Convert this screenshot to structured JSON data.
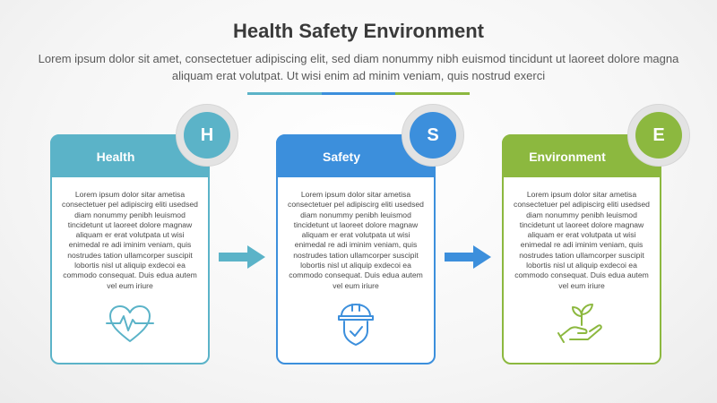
{
  "title": "Health Safety Environment",
  "subtitle": "Lorem ipsum dolor sit amet, consectetuer adipiscing elit, sed diam nonummy nibh euismod tincidunt ut laoreet dolore magna aliquam erat volutpat. Ut wisi enim ad minim veniam, quis nostrud exerci",
  "colors": {
    "health": "#5bb3c8",
    "safety": "#3c8fdc",
    "environment": "#8cb83f",
    "divider": [
      "#5bb3c8",
      "#3c8fdc",
      "#8cb83f"
    ]
  },
  "cards": [
    {
      "letter": "H",
      "label": "Health",
      "body": "Lorem ipsum dolor sitar ametisa consectetuer pel adipiscirg eliti usedsed diam nonummy penibh leuismod tincidetunt ut laoreet dolore magnaw aliquam er erat volutpata ut wisi enimedal re adi iminim veniam, quis nostrudes tation ullamcorper suscipit lobortis nisl ut aliquip exdecoi ea commodo consequat. Duis edua autem vel eum iriure",
      "icon": "heart-pulse-icon"
    },
    {
      "letter": "S",
      "label": "Safety",
      "body": "Lorem ipsum dolor sitar ametisa consectetuer pel adipiscirg eliti usedsed diam nonummy penibh leuismod tincidetunt ut laoreet dolore magnaw aliquam er erat volutpata ut wisi enimedal re adi iminim veniam, quis nostrudes tation ullamcorper suscipit lobortis nisl ut aliquip exdecoi ea commodo consequat. Duis edua autem vel eum iriure",
      "icon": "helmet-shield-icon"
    },
    {
      "letter": "E",
      "label": "Environment",
      "body": "Lorem ipsum dolor sitar ametisa consectetuer pel adipiscirg eliti usedsed diam nonummy penibh leuismod tincidetunt ut laoreet dolore magnaw aliquam er erat volutpata ut wisi enimedal re adi iminim veniam, quis nostrudes tation ullamcorper suscipit lobortis nisl ut aliquip exdecoi ea commodo consequat. Duis edua autem vel eum iriure",
      "icon": "hand-plant-icon"
    }
  ],
  "arrows": [
    "arrow-right-icon",
    "arrow-right-icon"
  ]
}
